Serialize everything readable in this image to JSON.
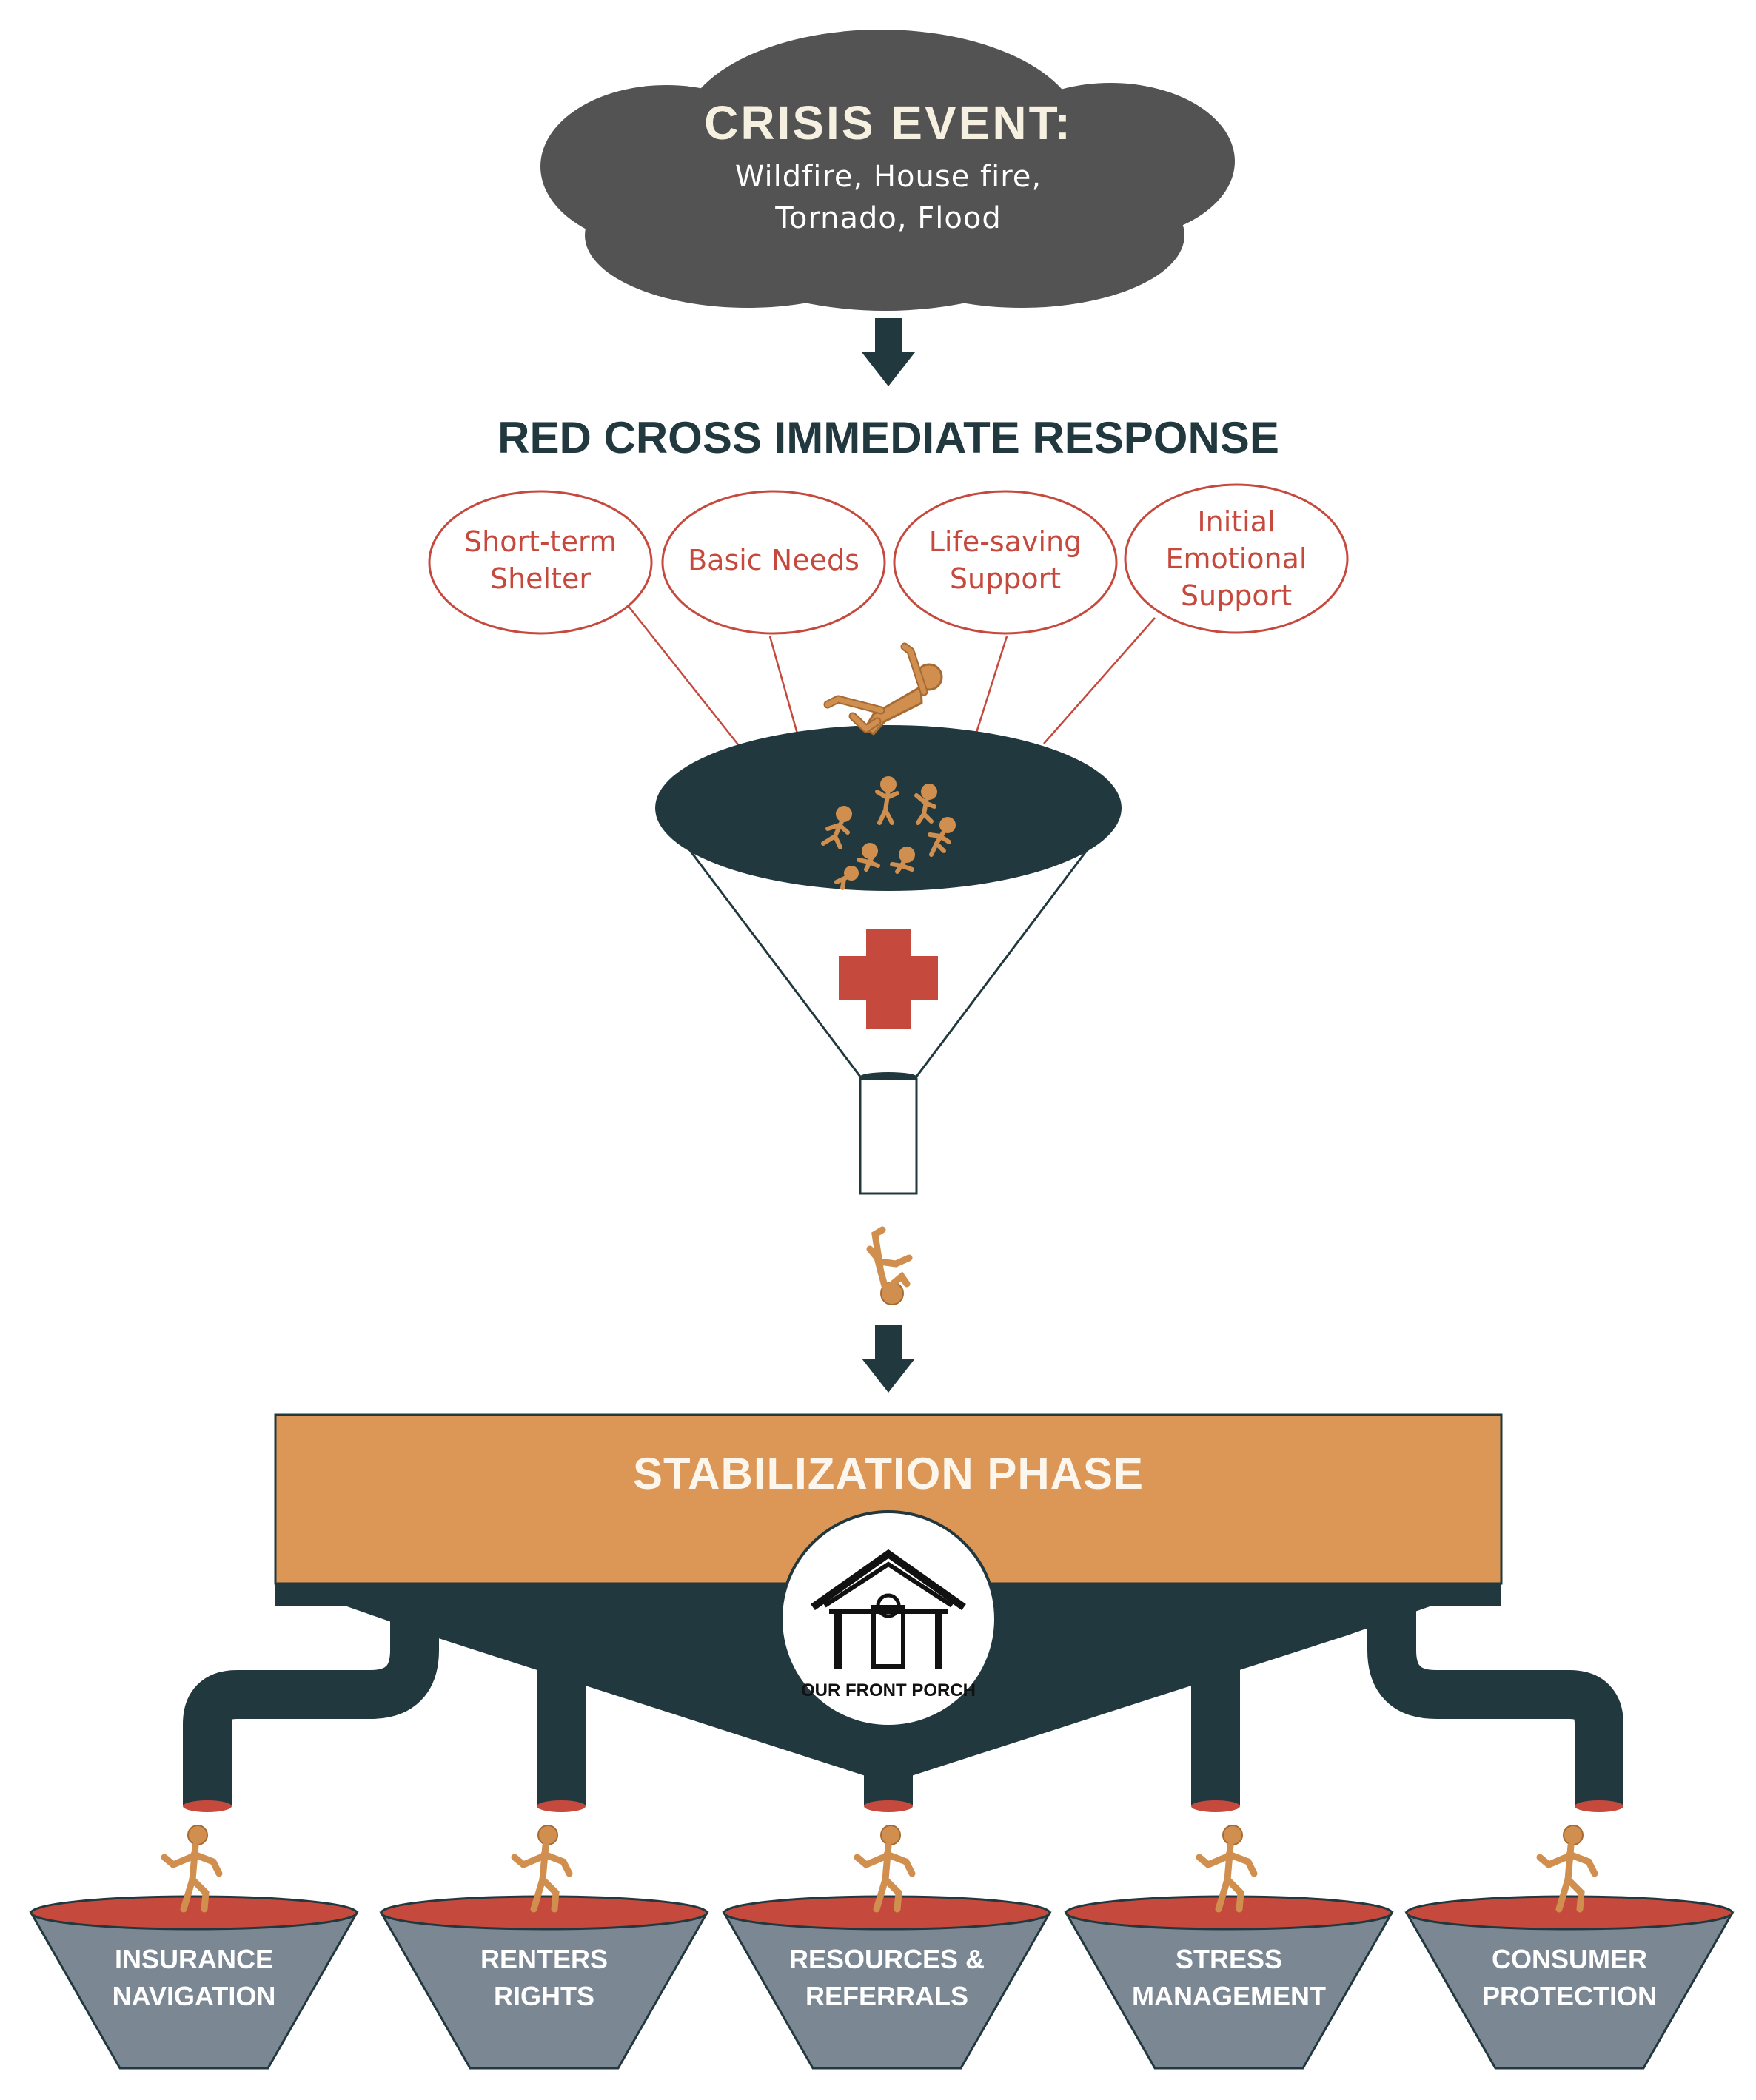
{
  "crisis": {
    "title": "CRISIS EVENT:",
    "line1": "Wildfire, House fire,",
    "line2": "Tornado, Flood"
  },
  "response": {
    "heading": "RED CROSS IMMEDIATE RESPONSE",
    "bubbles": [
      {
        "lines": [
          "Short-term",
          "Shelter"
        ]
      },
      {
        "lines": [
          "Basic Needs"
        ]
      },
      {
        "lines": [
          "Life-saving",
          "Support"
        ]
      },
      {
        "lines": [
          "Initial",
          "Emotional",
          "Support"
        ]
      }
    ]
  },
  "stabilization": {
    "title": "STABILIZATION PHASE",
    "logo_text": "OUR FRONT PORCH"
  },
  "outcomes": [
    {
      "lines": [
        "INSURANCE",
        "NAVIGATION"
      ]
    },
    {
      "lines": [
        "RENTERS",
        "RIGHTS"
      ]
    },
    {
      "lines": [
        "RESOURCES &",
        "REFERRALS"
      ]
    },
    {
      "lines": [
        "STRESS",
        "MANAGEMENT"
      ]
    },
    {
      "lines": [
        "CONSUMER",
        "PROTECTION"
      ]
    }
  ],
  "colors": {
    "cloud": "#535353",
    "cloud_text": "#f6f0e1",
    "dark": "#21393e",
    "red": "#c6493e",
    "orange": "#dc9656",
    "figure": "#d08f4f",
    "grey_funnel": "#7b8894",
    "white": "#ffffff"
  },
  "icons": {
    "cross": "red-cross-icon",
    "house": "house-porch-icon",
    "arrow": "down-arrow-icon",
    "person": "falling-person-icon"
  }
}
